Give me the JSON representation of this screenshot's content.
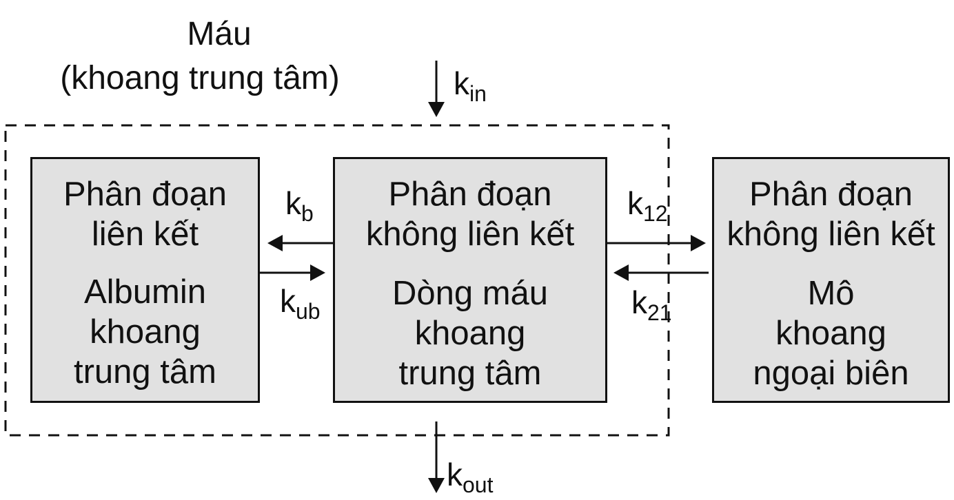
{
  "compartment_title": {
    "line1": "Máu",
    "line2": "(khoang trung tâm)"
  },
  "boxes": {
    "bound": {
      "heading1": "Phân đoạn",
      "heading2": "liên kết",
      "body1": "Albumin",
      "body2": "khoang",
      "body3": "trung tâm"
    },
    "unbound_central": {
      "heading1": "Phân đoạn",
      "heading2": "không liên kết",
      "body1": "Dòng máu",
      "body2": "khoang",
      "body3": "trung tâm"
    },
    "unbound_peripheral": {
      "heading1": "Phân đoạn",
      "heading2": "không liên kết",
      "body1": "Mô",
      "body2": "khoang",
      "body3": "ngoại biên"
    }
  },
  "rates": {
    "k_in": {
      "base": "k",
      "sub": "in"
    },
    "k_out": {
      "base": "k",
      "sub": "out"
    },
    "k_b": {
      "base": "k",
      "sub": "b"
    },
    "k_ub": {
      "base": "k",
      "sub": "ub"
    },
    "k_12": {
      "base": "k",
      "sub": "12"
    },
    "k_21": {
      "base": "k",
      "sub": "21"
    }
  },
  "colors": {
    "box_fill": "#e1e1e1",
    "stroke": "#111111",
    "background": "#ffffff"
  }
}
